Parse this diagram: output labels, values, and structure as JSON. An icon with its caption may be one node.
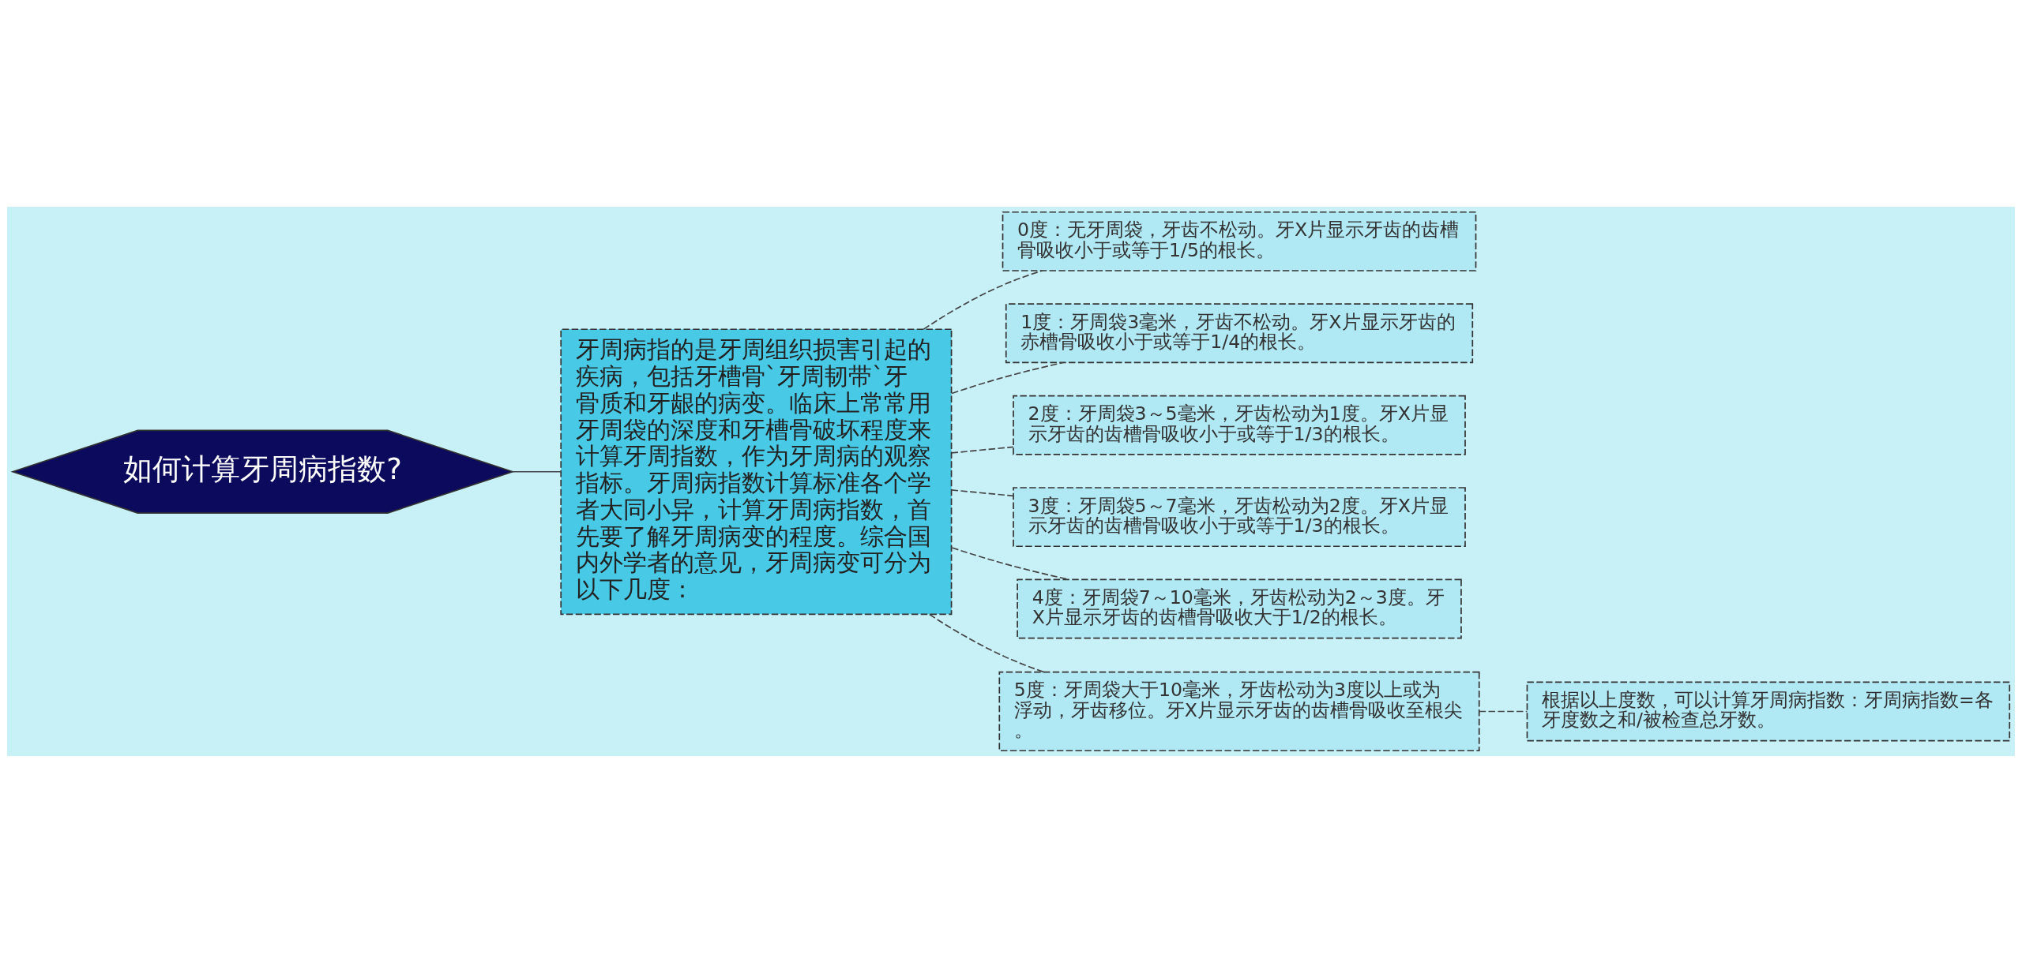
{
  "diagram": {
    "nodes": [
      {
        "text": [
          "如何计算牙周病指数?"
        ]
      },
      {
        "text": [
          "牙周病指的是牙周组织损害引起的疾病，包括牙槽骨`牙周韧带`牙骨质和牙龈的病变。临床上常常用牙周袋的深度和牙槽骨破坏程度来计算牙周指数，作为牙周病的观察指标。牙周病指数计算标准各个学者大同小异，计算牙周病指数，首先要了解牙周病变的程度。综合国内外学者的意见，牙周病变可分为以下几度："
        ]
      },
      {
        "text": [
          "0度：无牙周袋，牙齿不松动。牙X片显示牙齿的齿槽骨吸收小于或等于1/5的根长。"
        ]
      },
      {
        "text": [
          "1度：牙周袋3毫米，牙齿不松动。牙X片显示牙齿的赤槽骨吸收小于或等于1/4的根长。"
        ]
      },
      {
        "text": [
          "2度：牙周袋3～5毫米，牙齿松动为1度。牙X片显示牙齿的齿槽骨吸收小于或等于1/3的根长。"
        ]
      },
      {
        "text": [
          "3度：牙周袋5～7毫米，牙齿松动为2度。牙X片显示牙齿的齿槽骨吸收小于或等于1/3的根长。"
        ]
      },
      {
        "text": [
          "4度：牙周袋7～10毫米，牙齿松动为2～3度。牙X片显示牙齿的齿槽骨吸收大于1/2的根长。"
        ]
      },
      {
        "text": [
          "5度：牙周袋大于10毫米，牙齿松动为3度以上或为浮动，牙齿移位。牙X片显示牙齿的齿槽骨吸收至根尖。"
        ]
      },
      {
        "text": [
          "根据以上度数，可以计算牙周病指数：牙周病指数=各牙度数之和/被检查总牙数。"
        ]
      }
    ],
    "edges": [
      {
        "from": 0,
        "to": 1,
        "arrow": "none"
      },
      {
        "from": 1,
        "to": 2,
        "arrow": "none",
        "style": "dashed"
      },
      {
        "from": 1,
        "to": 3,
        "arrow": "none",
        "style": "dashed"
      },
      {
        "from": 1,
        "to": 4,
        "arrow": "none",
        "style": "dashed"
      },
      {
        "from": 1,
        "to": 5,
        "arrow": "none",
        "style": "dashed"
      },
      {
        "from": 1,
        "to": 6,
        "arrow": "none",
        "style": "dashed"
      },
      {
        "from": 1,
        "to": 7,
        "arrow": "none",
        "style": "dashed"
      },
      {
        "from": 7,
        "to": 8,
        "arrow": "none",
        "style": "dashed"
      }
    ]
  }
}
